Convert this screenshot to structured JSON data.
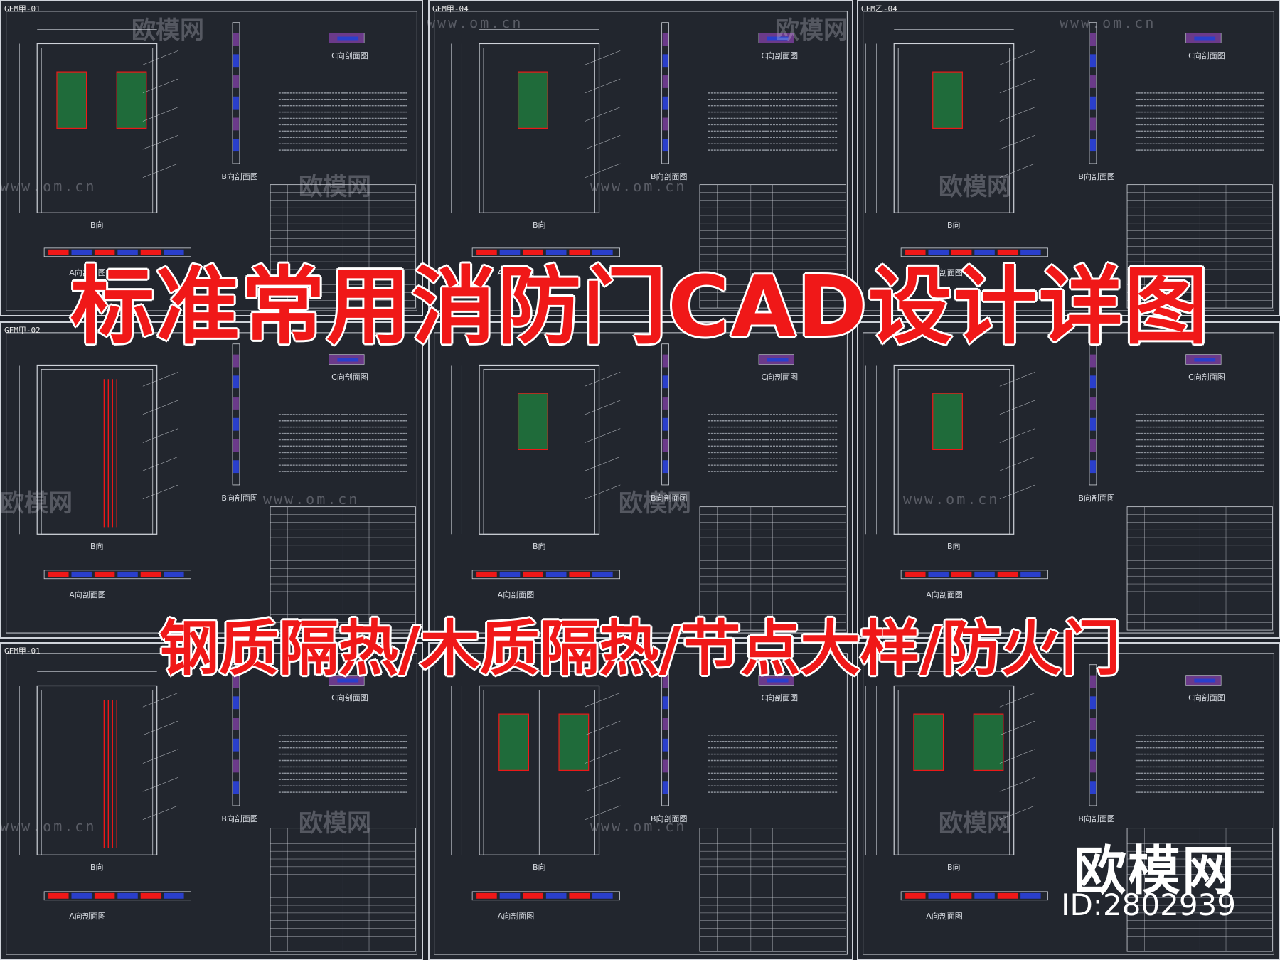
{
  "title": "标准常用消防门CAD设计详图",
  "subtitle": "钢质隔热/木质隔热/节点大样/防火门",
  "brand": {
    "name": "欧模网",
    "id": "ID:2802939"
  },
  "watermark": {
    "text": "欧模网",
    "url": "www.om.cn"
  },
  "sheets": [
    {
      "code": "GFM甲-01",
      "labels": [
        "C向剖面图",
        "B向剖面图",
        "A向剖面图",
        "B向"
      ]
    },
    {
      "code": "GFM甲-04",
      "labels": [
        "C向剖面图",
        "B向剖面图",
        "A向剖面图",
        "B向"
      ]
    },
    {
      "code": "GFM乙-04",
      "labels": [
        "C向剖面图",
        "B向剖面图",
        "A向剖面图",
        "B向"
      ]
    },
    {
      "code": "GFM甲-02",
      "labels": [
        "C向剖面图",
        "B向剖面图",
        "A向剖面图",
        "B向"
      ]
    },
    {
      "code": "",
      "labels": [
        "C向剖面图",
        "B向剖面图",
        "A向剖面图",
        "B向"
      ]
    },
    {
      "code": "",
      "labels": [
        "C向剖面图",
        "B向剖面图",
        "A向剖面图",
        "B向"
      ]
    },
    {
      "code": "GFM甲-01",
      "labels": [
        "C向剖面图",
        "B向剖面图",
        "A向剖面图",
        "B向"
      ]
    },
    {
      "code": "",
      "labels": [
        "C向剖面图",
        "B向剖面图",
        "A向剖面图",
        "B向"
      ]
    },
    {
      "code": "",
      "labels": [
        "C向剖面图",
        "B向剖面图",
        "A向剖面图",
        "B向"
      ]
    }
  ],
  "colors": {
    "background": "#22262e",
    "line": "#cfd3da",
    "red": "#f01818",
    "glass": "#1f6b3a",
    "panel_blue": "#2a3fcc",
    "insulation": "#6b3a8a"
  }
}
